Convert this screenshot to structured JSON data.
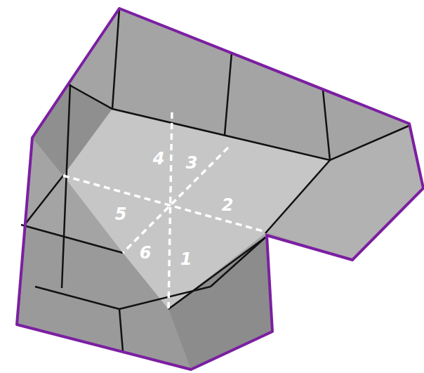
{
  "diagram": {
    "labels": [
      "4",
      "3",
      "5",
      "2",
      "6",
      "1"
    ]
  }
}
